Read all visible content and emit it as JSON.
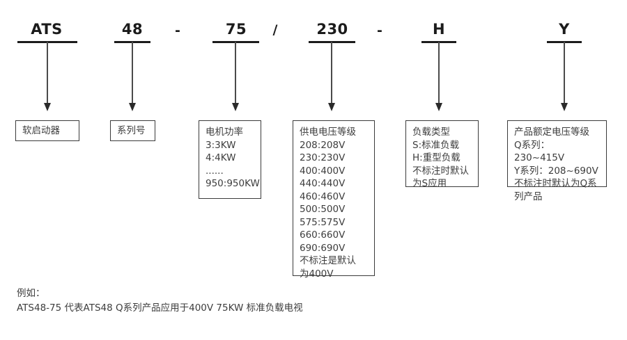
{
  "diagram": {
    "title_code": "ATS48-75/230-H Y",
    "segments": [
      {
        "name": "ats",
        "code": "ATS",
        "box_lines": "软启动器"
      },
      {
        "name": "series",
        "code": "48",
        "box_lines": "系列号"
      },
      {
        "name": "motor-power",
        "code": "75",
        "box_lines": "电机功率\n3:3KW\n4:4KW\n......\n950:950KW"
      },
      {
        "name": "supply-voltage",
        "code": "230",
        "box_lines": "供电电压等级\n208:208V\n230:230V\n400:400V\n440:440V\n460:460V\n500:500V\n575:575V\n660:660V\n690:690V\n不标注是默认\n为400V"
      },
      {
        "name": "load-type",
        "code": "H",
        "box_lines": "负载类型\nS:标准负载\nH:重型负载\n不标注时默认\n为S应用"
      },
      {
        "name": "rated-voltage",
        "code": "Y",
        "box_lines": "产品额定电压等级\nQ系列：230~415V\nY系列：208~690V\n不标注时默认为Q系\n列产品"
      }
    ],
    "separators": [
      {
        "name": "dash-1",
        "text": "-"
      },
      {
        "name": "slash-1",
        "text": "/"
      },
      {
        "name": "dash-2",
        "text": "-"
      }
    ],
    "footer": {
      "label": "例如：",
      "example": "ATS48-75 代表ATS48 Q系列产品应用于400V 75KW 标准负载电视"
    }
  },
  "colors": {
    "text": "#3d3d3d",
    "code": "#1b1b1b",
    "border": "#3a3a3a",
    "arrow": "#4a4a4a",
    "background": "#ffffff"
  }
}
